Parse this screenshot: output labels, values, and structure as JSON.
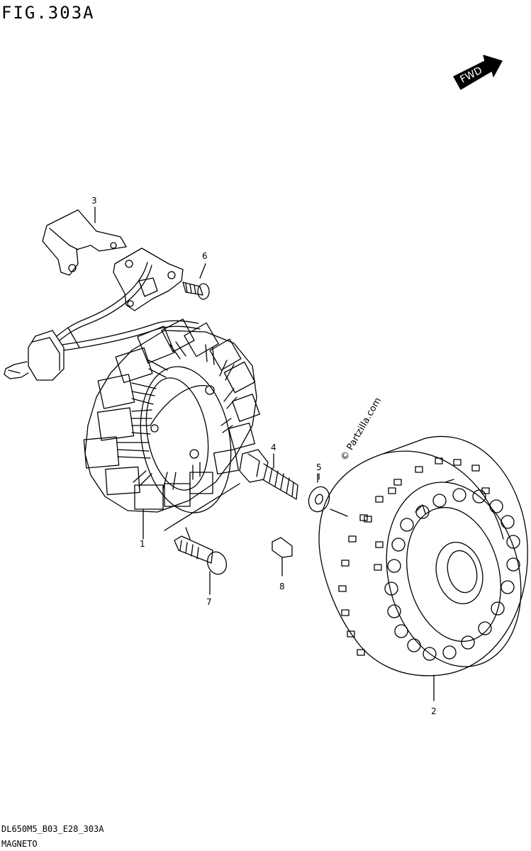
{
  "figure": {
    "title": "FIG.303A",
    "fwd_label": "FWD",
    "watermark": "© Partzilla.com",
    "footer_code": "DL650M5_B03_E28_303A",
    "footer_name": "MAGNETO"
  },
  "callouts": [
    "3",
    "6",
    "4",
    "5",
    "1",
    "7",
    "8",
    "2"
  ],
  "parts": [
    {
      "ref": "1",
      "name-icon": "stator-coil-assembly"
    },
    {
      "ref": "2",
      "name-icon": "rotor-flywheel"
    },
    {
      "ref": "3",
      "name-icon": "wire-clamp-bracket"
    },
    {
      "ref": "4",
      "name-icon": "rotor-bolt"
    },
    {
      "ref": "5",
      "name-icon": "washer"
    },
    {
      "ref": "6",
      "name-icon": "clamp-screw"
    },
    {
      "ref": "7",
      "name-icon": "stator-screw"
    },
    {
      "ref": "8",
      "name-icon": "woodruff-key"
    }
  ]
}
